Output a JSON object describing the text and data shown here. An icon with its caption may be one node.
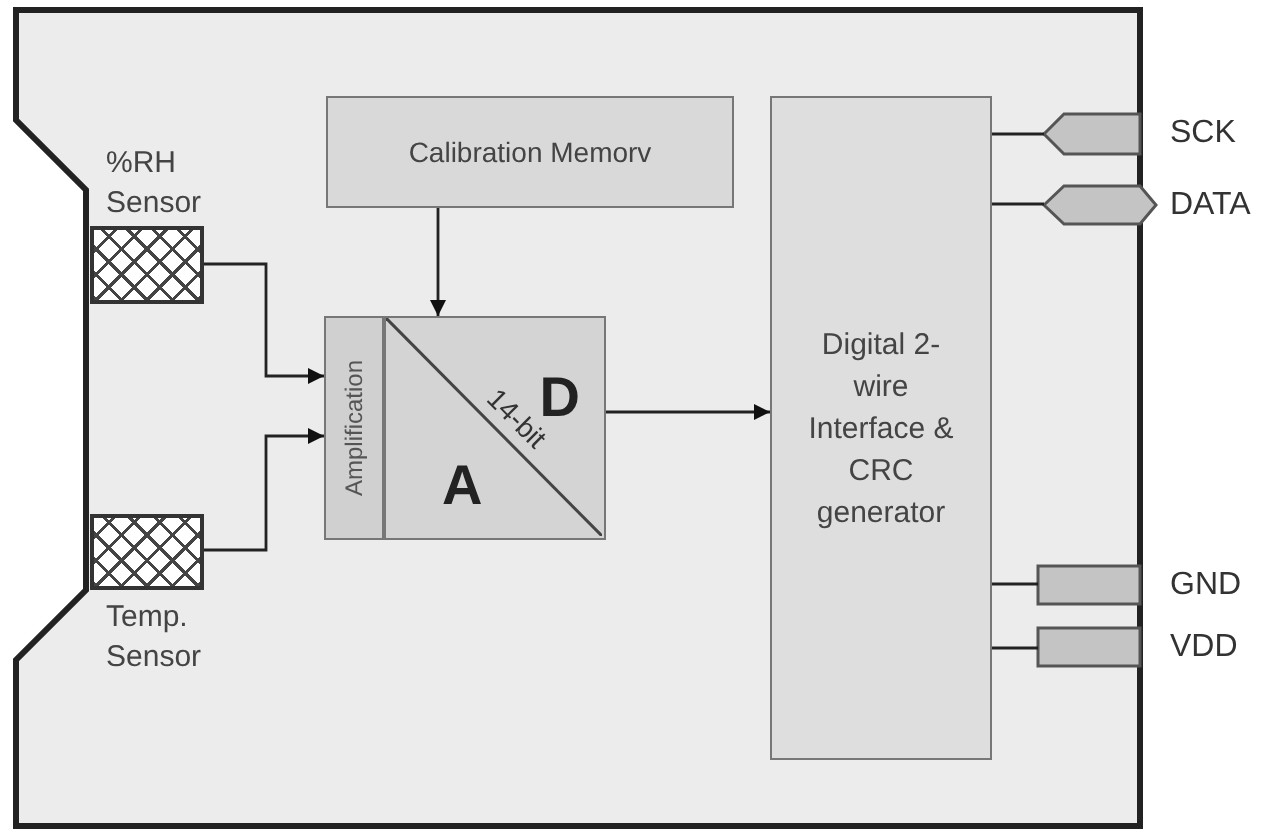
{
  "diagram": {
    "nodes": [
      {
        "text": [],
        "shape": "box"
      },
      {
        "text": [
          "%RH Sensor"
        ],
        "in": 0
      },
      {
        "text": [
          "Temp. Sensor"
        ],
        "in": 0
      },
      {
        "text": [
          "Calibration Memorv"
        ],
        "in": 0
      },
      {
        "text": [
          "Amplification"
        ],
        "in": 0
      },
      {
        "text": [
          "D",
          "14-bit",
          "A"
        ],
        "in": 0
      },
      {
        "text": [
          "Digital 2- wire Interface & CRC generator"
        ],
        "in": 0
      },
      {
        "text": [
          "SCK"
        ],
        "in": 0
      },
      {
        "text": [
          "DATA"
        ]
      },
      {
        "text": [
          "GND"
        ],
        "in": 0
      },
      {
        "text": [
          "VDD"
        ],
        "in": 0
      }
    ],
    "edges": [
      {
        "from": 1,
        "to": 4,
        "arrow": "to"
      },
      {
        "from": 2,
        "to": 4,
        "arrow": "to"
      },
      {
        "from": 3,
        "to": 5,
        "arrow": "to"
      },
      {
        "from": 5,
        "to": 6,
        "arrow": "to"
      },
      {
        "from": 6,
        "to": 7,
        "arrow": "none"
      },
      {
        "from": 6,
        "to": 8,
        "arrow": "none"
      },
      {
        "from": 6,
        "to": 9,
        "arrow": "none"
      },
      {
        "from": 6,
        "to": 10,
        "arrow": "none"
      }
    ]
  }
}
